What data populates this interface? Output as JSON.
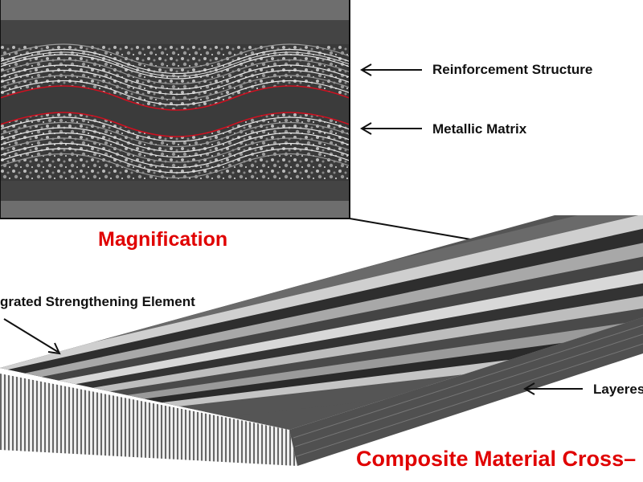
{
  "labels": {
    "reinforcement": "Reinforcement Structure",
    "matrix": "Metallic Matrix",
    "magnification": "Magnification",
    "strengthening": "grated Strengthening Element",
    "layers": "Layeres",
    "title": "Composite Material Cross–"
  },
  "colors": {
    "accent_red": "#e00000",
    "label_text": "#111111"
  }
}
